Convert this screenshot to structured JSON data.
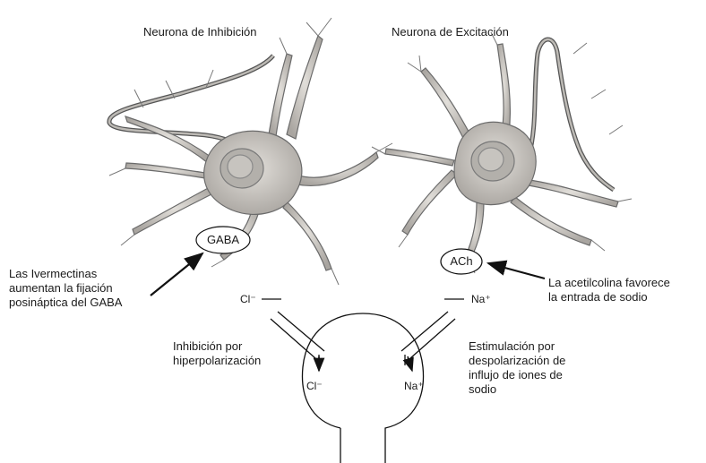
{
  "neurons": {
    "inhibition_title": "Neurona de Inhibición",
    "excitation_title": "Neurona de Excitación"
  },
  "neurotransmitters": {
    "gaba": "GABA",
    "ach": "ACh"
  },
  "annotations": {
    "ivermectin": [
      "Las Ivermectinas",
      "aumentan la fijación",
      "posináptica del GABA"
    ],
    "acetylcholine": [
      "La acetilcolina favorece",
      "la entrada de sodio"
    ],
    "inhibition": [
      "Inhibición por",
      "hiperpolarización"
    ],
    "stimulation": [
      "Estimulación por",
      "despolarización de",
      "influjo de iones de",
      "sodio"
    ]
  },
  "ions": {
    "chloride_outside": "Cl⁻",
    "chloride_inside": "Cl⁻",
    "sodium_outside": "Na⁺",
    "sodium_inside": "Na⁺"
  },
  "colors": {
    "neuron_fill": "#c9c6c1",
    "neuron_stroke": "#6b6b6b",
    "line": "#111111"
  }
}
